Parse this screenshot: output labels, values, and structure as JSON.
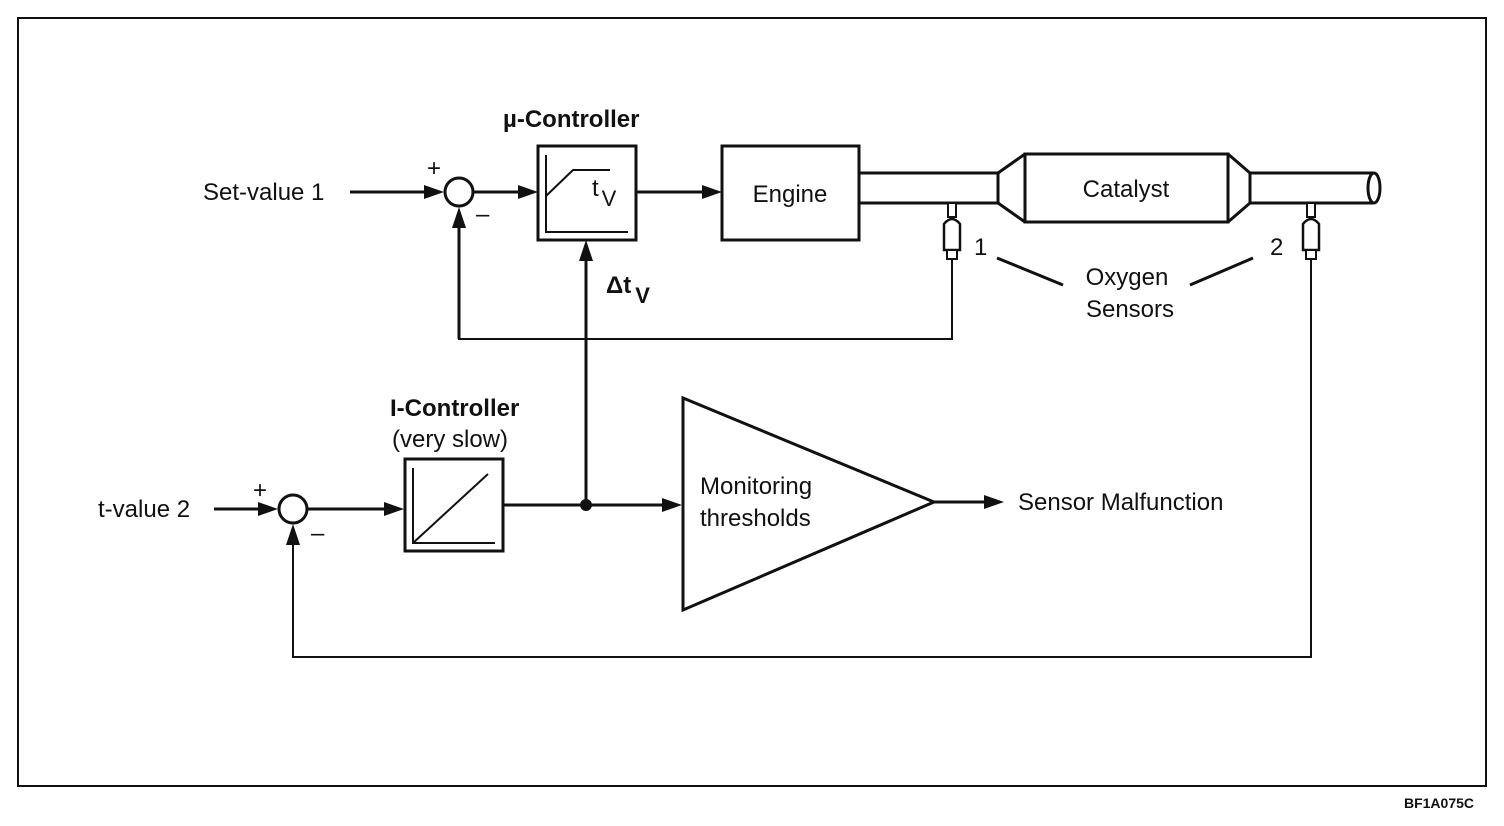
{
  "diagram": {
    "inputs": {
      "set_value_1": "Set-value 1",
      "t_value_2": "t-value 2"
    },
    "summing_junctions": {
      "plus": "+",
      "minus": "–"
    },
    "mu_controller": {
      "title": "µ-Controller",
      "inner_label": "t",
      "inner_subscript": "V"
    },
    "delta_tv": {
      "label": "Δt",
      "subscript": "V"
    },
    "engine": {
      "label": "Engine"
    },
    "catalyst": {
      "label": "Catalyst"
    },
    "oxygen_sensors": {
      "line1": "Oxygen",
      "line2": "Sensors",
      "sensor_1": "1",
      "sensor_2": "2"
    },
    "i_controller": {
      "title": "I-Controller",
      "subtitle": "(very slow)"
    },
    "monitoring": {
      "line1": "Monitoring",
      "line2": "thresholds"
    },
    "output": {
      "label": "Sensor Malfunction"
    },
    "figure_code": "BF1A075C"
  }
}
